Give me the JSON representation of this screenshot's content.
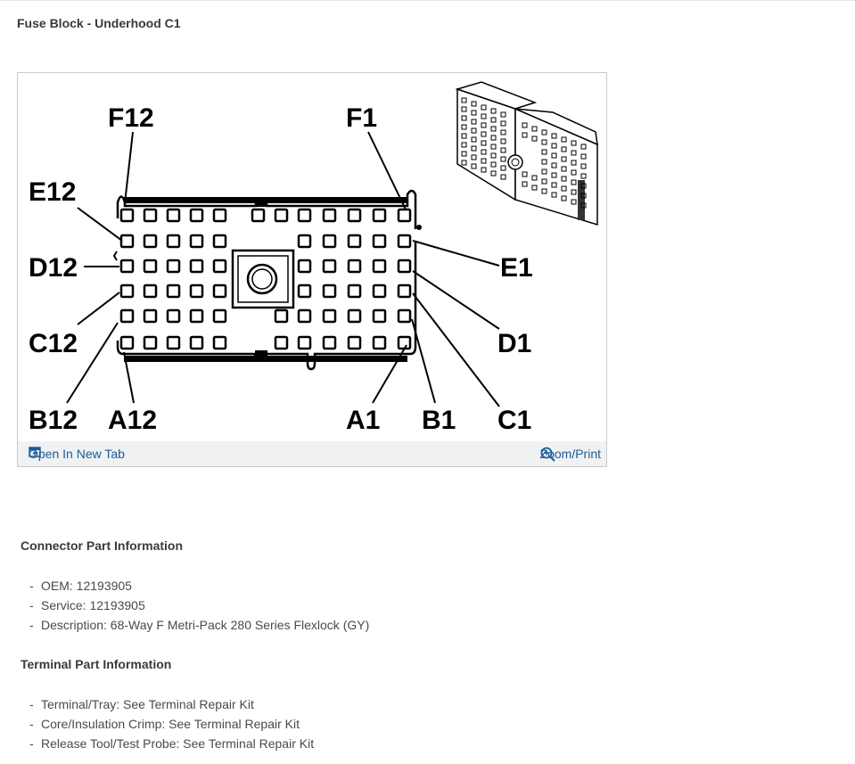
{
  "page": {
    "title": "Fuse Block - Underhood C1"
  },
  "figure": {
    "pin_labels": {
      "f12": "F12",
      "f1": "F1",
      "e12": "E12",
      "e1": "E1",
      "d12": "D12",
      "d1": "D1",
      "c12": "C12",
      "c1": "C1",
      "b12": "B12",
      "b1": "B1",
      "a12": "A12",
      "a1": "A1"
    },
    "toolbar": {
      "open_label": "Open In New Tab",
      "zoom_label": "Zoom/Print"
    }
  },
  "connector_info": {
    "heading": "Connector Part Information",
    "items": [
      "OEM: 12193905",
      "Service: 12193905",
      "Description: 68-Way F Metri-Pack 280 Series Flexlock (GY)"
    ]
  },
  "terminal_info": {
    "heading": "Terminal Part Information",
    "items": [
      "Terminal/Tray: See Terminal Repair Kit",
      "Core/Insulation Crimp: See Terminal Repair Kit",
      "Release Tool/Test Probe: See Terminal Repair Kit"
    ]
  },
  "colors": {
    "link": "#1a5b9a",
    "toolbar_bg": "#f0f1f3"
  }
}
